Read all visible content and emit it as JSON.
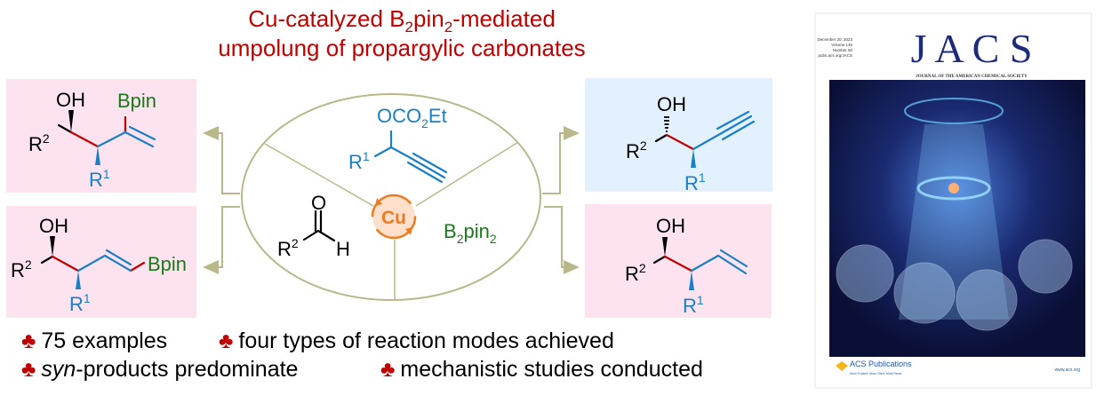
{
  "title": {
    "line1_a": "Cu-catalyzed B",
    "line1_sub1": "2",
    "line1_b": "pin",
    "line1_sub2": "2",
    "line1_c": "-mediated",
    "line2": "umpolung of propargylic carbonates"
  },
  "colors": {
    "title": "#c00000",
    "pink_box": "#fde3ef",
    "blue_box": "#e3f0fd",
    "reactant_blue": "#1a7fc4",
    "boron_green": "#1a7a1a",
    "catalyst_orange": "#f07a20",
    "arrow_olive": "#b8b88a"
  },
  "labels": {
    "OH": "OH",
    "R": "R",
    "two": "2",
    "one": "1",
    "Bpin": "Bpin",
    "O": "O",
    "H": "H",
    "OCO": "OCO",
    "Et": "Et",
    "B": "B",
    "pin": "pin",
    "Cu": "Cu"
  },
  "bullets": [
    {
      "icon": "club-icon",
      "symbol": "♣",
      "text": "75 examples"
    },
    {
      "icon": "club-icon",
      "symbol": "♣",
      "text": "four types of reaction modes achieved"
    },
    {
      "icon": "club-icon",
      "symbol": "♣",
      "italic": "syn",
      "text": "-products predominate"
    },
    {
      "icon": "club-icon",
      "symbol": "♣",
      "text": "mechanistic studies conducted"
    }
  ],
  "cover": {
    "journal": "J A C S",
    "subtitle": "JOURNAL OF THE AMERICAN CHEMICAL SOCIETY",
    "issue": [
      "December 20, 2023",
      "Volume 145",
      "Number 50",
      "pubs.acs.org/JACS"
    ],
    "publisher": "ACS Publications",
    "tagline": "Most Trusted. Most Cited. Most Read.",
    "url": "www.acs.org"
  }
}
